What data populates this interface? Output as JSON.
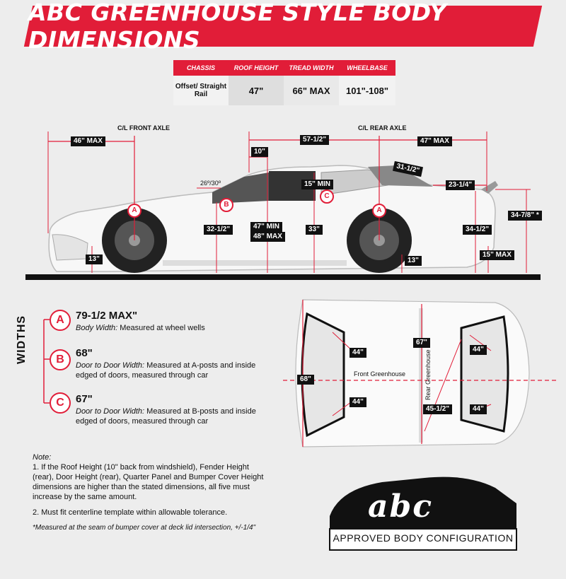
{
  "title": "ABC GREENHOUSE STYLE BODY DIMENSIONS",
  "spec_table": {
    "headers": [
      "CHASSIS",
      "ROOF HEIGHT",
      "TREAD WIDTH",
      "WHEELBASE"
    ],
    "values": [
      "Offset/ Straight Rail",
      "47\"",
      "66\" MAX",
      "101\"-108\""
    ]
  },
  "side_view": {
    "front_axle_label": "C/L FRONT AXLE",
    "rear_axle_label": "C/L REAR AXLE",
    "dims": {
      "front_overhang": "46\" MAX",
      "roof_front": "10\"",
      "roof_to_rear_axle": "57-1/2\"",
      "rear_overhang": "47\" MAX",
      "angle": "26º/30º",
      "rear_glass": "31-1/2\"",
      "deck": "23-1/4\"",
      "b_pillar": "15\" MIN",
      "fender_height": "32-1/2\"",
      "roof_min": "47\" MIN",
      "roof_max": "48\" MAX",
      "door_height": "33\"",
      "quarter_height": "34-1/2\"",
      "bumper_height": "34-7/8\" *",
      "front_ground": "13\"",
      "rear_ground": "13\"",
      "rear_bumper_bottom": "15\" MAX"
    },
    "markers": {
      "a": "A",
      "b": "B",
      "c": "C"
    }
  },
  "widths": {
    "title": "WIDTHS",
    "items": [
      {
        "letter": "A",
        "value": "79-1/2 MAX\"",
        "label": "Body Width:",
        "desc": " Measured at wheel wells"
      },
      {
        "letter": "B",
        "value": "68\"",
        "label": "Door to Door Width:",
        "desc": " Measured at A-posts and inside edged of doors, measured through car"
      },
      {
        "letter": "C",
        "value": "67\"",
        "label": "Door to Door Width:",
        "desc": " Measured at B-posts and inside edged of doors, measured through car"
      }
    ]
  },
  "top_view": {
    "front_label": "Front Greenhouse",
    "rear_label": "Rear Greenhouse",
    "dims": {
      "front_width": "68\"",
      "rear_width": "67\"",
      "front_upper": "44\"",
      "front_lower": "44\"",
      "rear_upper": "44\"",
      "rear_lower": "44\"",
      "rear_diag": "45-1/2\""
    }
  },
  "notes": {
    "heading": "Note:",
    "n1": "1. If the Roof Height (10\" back from windshield), Fender Height (rear), Door Height (rear), Quarter Panel and Bumper Cover Height dimensions are higher than the stated dimensions, all five must increase by the same amount.",
    "n2": "2. Must fit centerline template within allowable tolerance.",
    "n3": "*Measured at the seam of bumper cover at deck lid intersection, +/-1/4\""
  },
  "logo": {
    "text": "abc",
    "tagline": "APPROVED BODY CONFIGURATION"
  },
  "colors": {
    "accent": "#e11d38",
    "background": "#ededed",
    "dark": "#111111"
  }
}
